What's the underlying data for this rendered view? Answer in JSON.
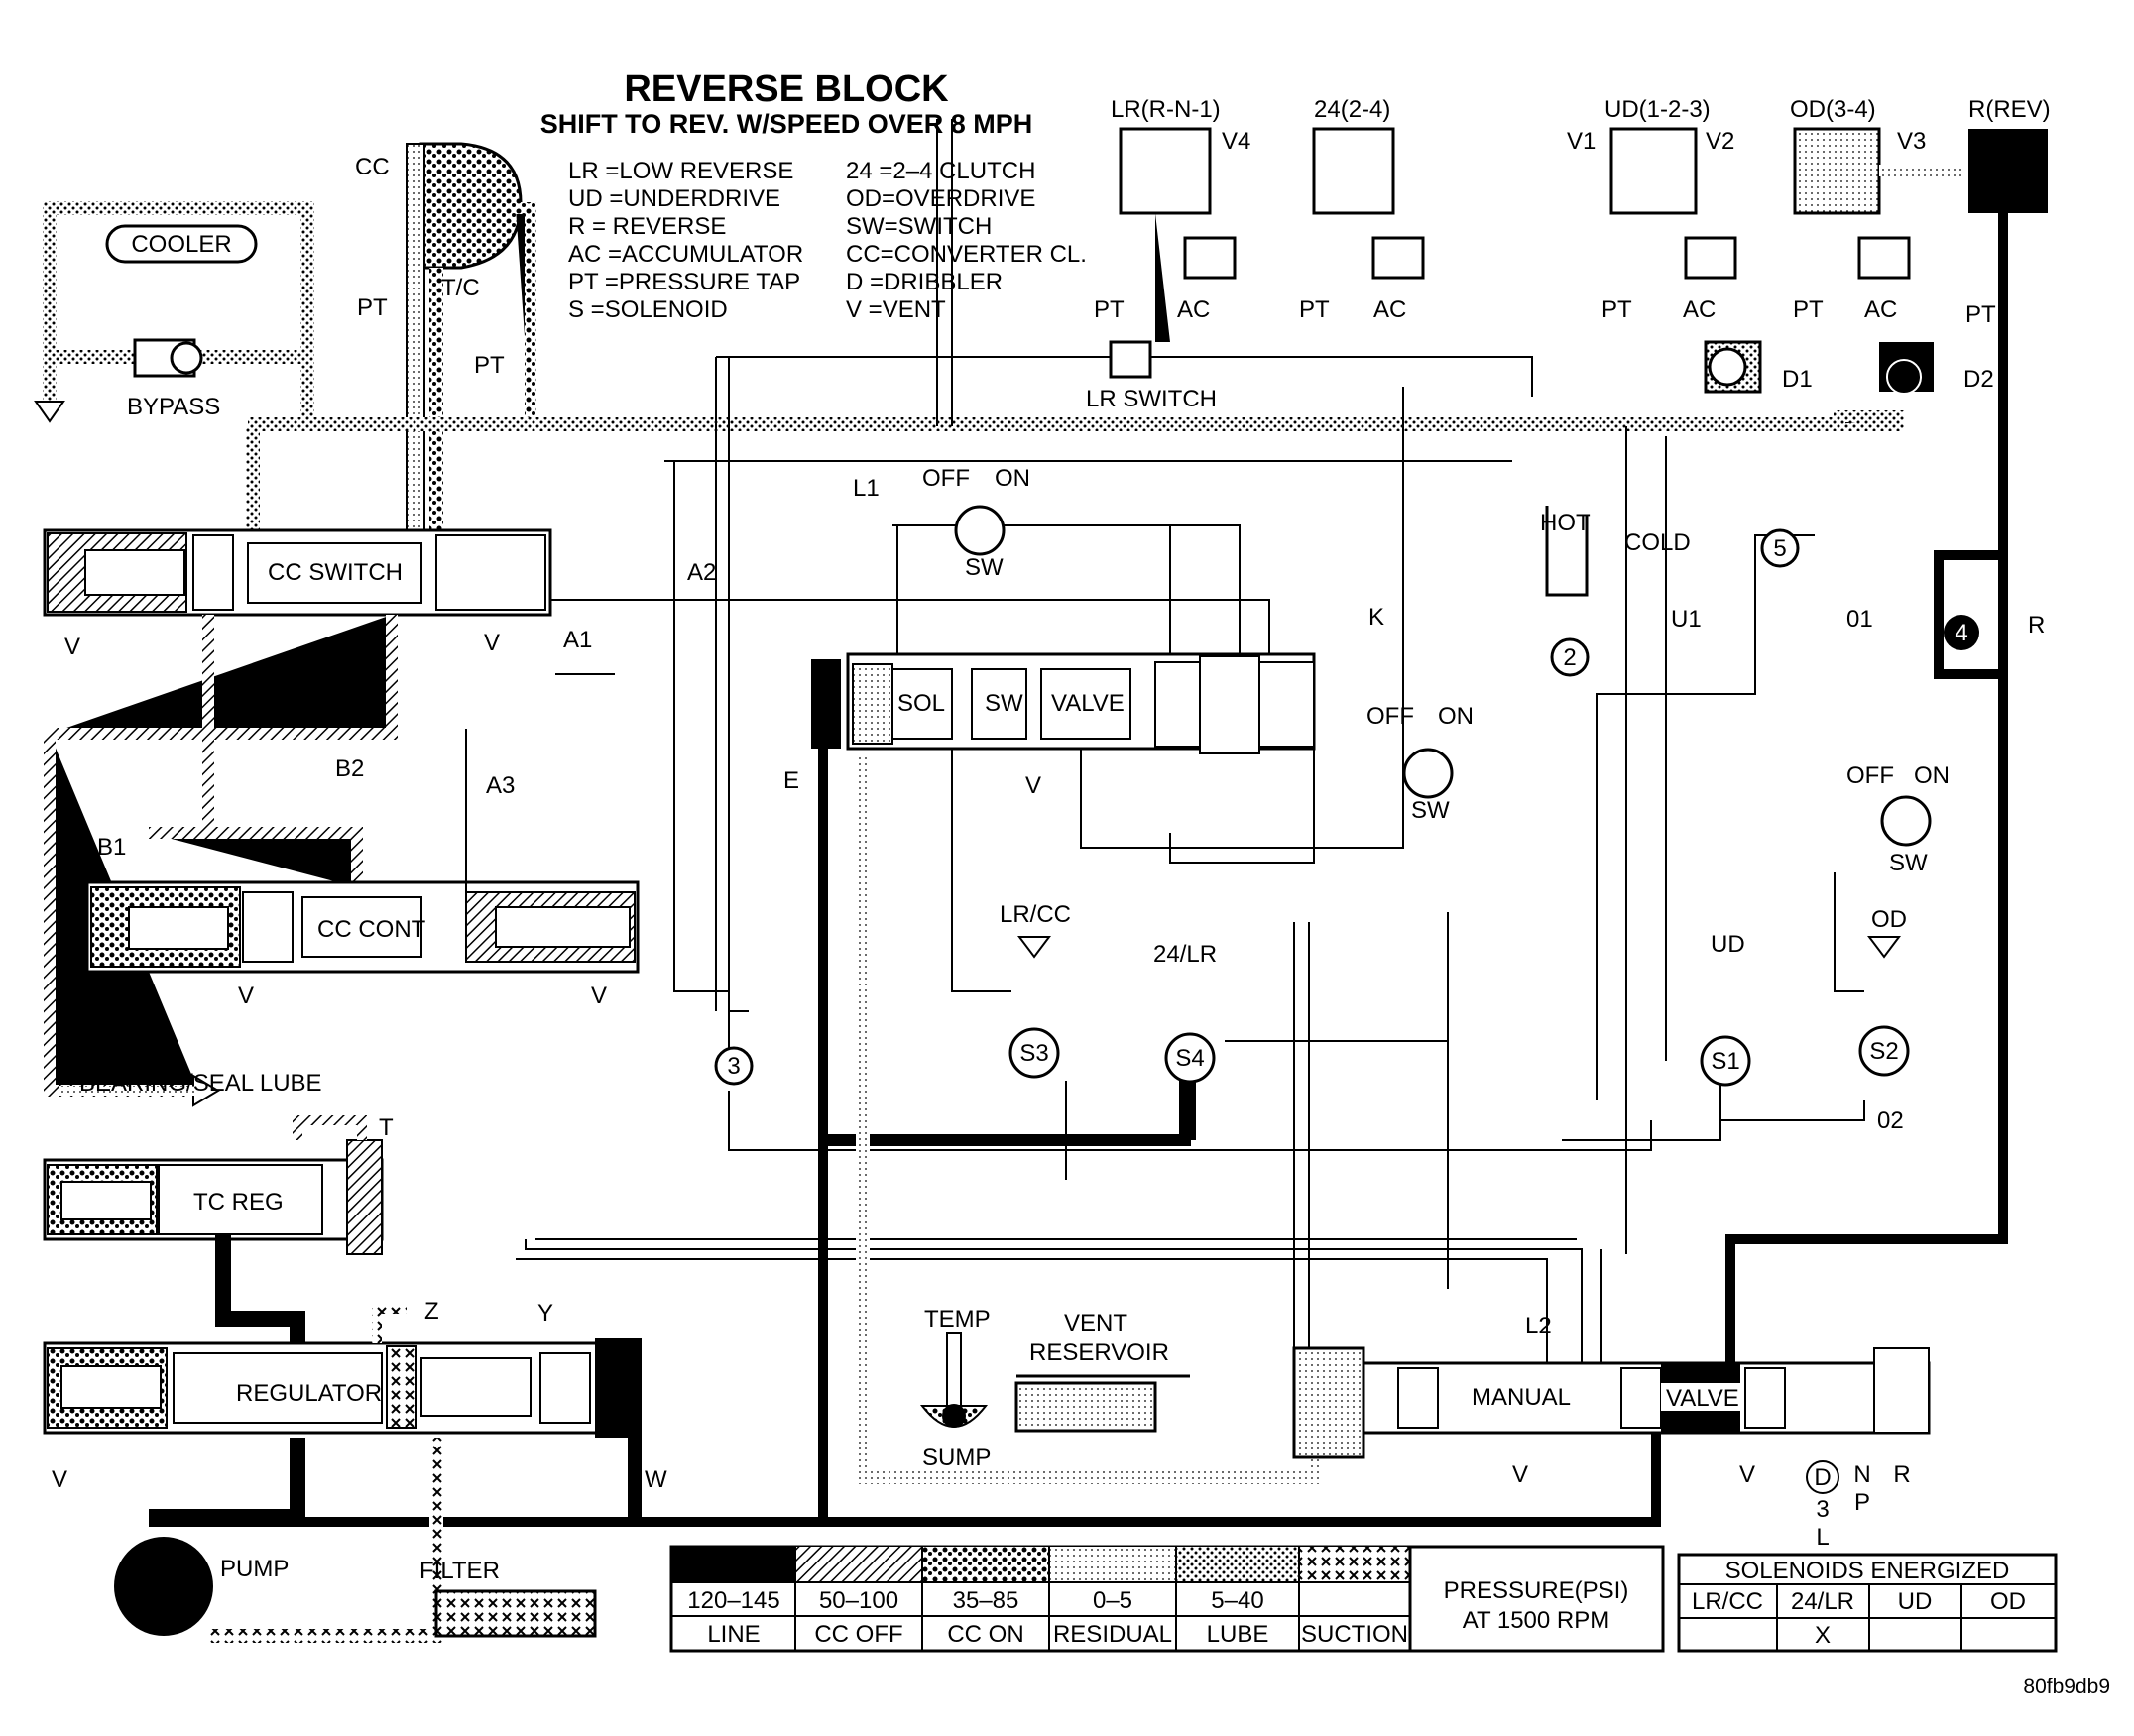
{
  "title": "REVERSE BLOCK",
  "subtitle": "SHIFT TO REV. W/SPEED OVER 8 MPH",
  "legend_abbreviations": [
    "LR =LOW REVERSE",
    "UD =UNDERDRIVE",
    "R  = REVERSE",
    "AC =ACCUMULATOR",
    "PT =PRESSURE TAP",
    "S   =SOLENOID",
    "24  =2–4 CLUTCH",
    "OD=OVERDRIVE",
    "SW=SWITCH",
    "CC=CONVERTER CL.",
    "D   =DRIBBLER",
    "V   =VENT"
  ],
  "clutches": {
    "lr": "LR(R-N-1)",
    "c24": "24(2-4)",
    "ud": "UD(1-2-3)",
    "od": "OD(3-4)",
    "rev": "R(REV)"
  },
  "components": {
    "cooler": "COOLER",
    "bypass": "BYPASS",
    "cc": "CC",
    "tc": "T/C",
    "cc_switch": "CC SWITCH",
    "cc_cont": "CC CONT",
    "bearing_seal_lube": "BEARING/SEAL LUBE",
    "tc_reg": "TC REG",
    "regulator": "REGULATOR",
    "pump": "PUMP",
    "filter": "FILTER",
    "lr_switch": "LR SWITCH",
    "sol": "SOL",
    "sw": "SW",
    "valve": "VALVE",
    "temp": "TEMP",
    "sump": "SUMP",
    "vent_reservoir_1": "VENT",
    "vent_reservoir_2": "RESERVOIR",
    "manual": "MANUAL",
    "manual_valve": "VALVE",
    "hot": "HOT",
    "cold": "COLD"
  },
  "solenoids": {
    "s1": "S1",
    "s2": "S2",
    "s3": "S3",
    "s4": "S4",
    "lrcc": "LR/CC",
    "c24lr": "24/LR",
    "ud": "UD",
    "od": "OD"
  },
  "ports": {
    "pt": "PT",
    "ac": "AC",
    "v": "V",
    "v1": "V1",
    "v2": "V2",
    "v3": "V3",
    "v4": "V4",
    "a1": "A1",
    "a2": "A2",
    "a3": "A3",
    "b1": "B1",
    "b2": "B2",
    "l1": "L1",
    "l2": "L2",
    "k": "K",
    "u1": "U1",
    "o1": "01",
    "o2": "02",
    "e": "E",
    "r": "R",
    "t": "T",
    "w": "W",
    "y": "Y",
    "z": "Z",
    "d1": "D1",
    "d2": "D2"
  },
  "switch": {
    "off": "OFF",
    "on": "ON",
    "sw": "SW"
  },
  "checkballs": [
    "2",
    "3",
    "4",
    "5"
  ],
  "gear_positions": [
    "D",
    "3",
    "L",
    "N",
    "P",
    "R"
  ],
  "pressure_table": {
    "ranges": [
      "120–145",
      "50–100",
      "35–85",
      "0–5",
      "5–40",
      ""
    ],
    "labels": [
      "LINE",
      "CC OFF",
      "CC ON",
      "RESIDUAL",
      "LUBE",
      "SUCTION"
    ],
    "caption_1": "PRESSURE(PSI)",
    "caption_2": "AT 1500 RPM"
  },
  "solenoids_energized": {
    "title": "SOLENOIDS ENERGIZED",
    "headers": [
      "LR/CC",
      "24/LR",
      "UD",
      "OD"
    ],
    "values": [
      "",
      "X",
      "",
      ""
    ]
  },
  "figure_id": "80fb9db9"
}
